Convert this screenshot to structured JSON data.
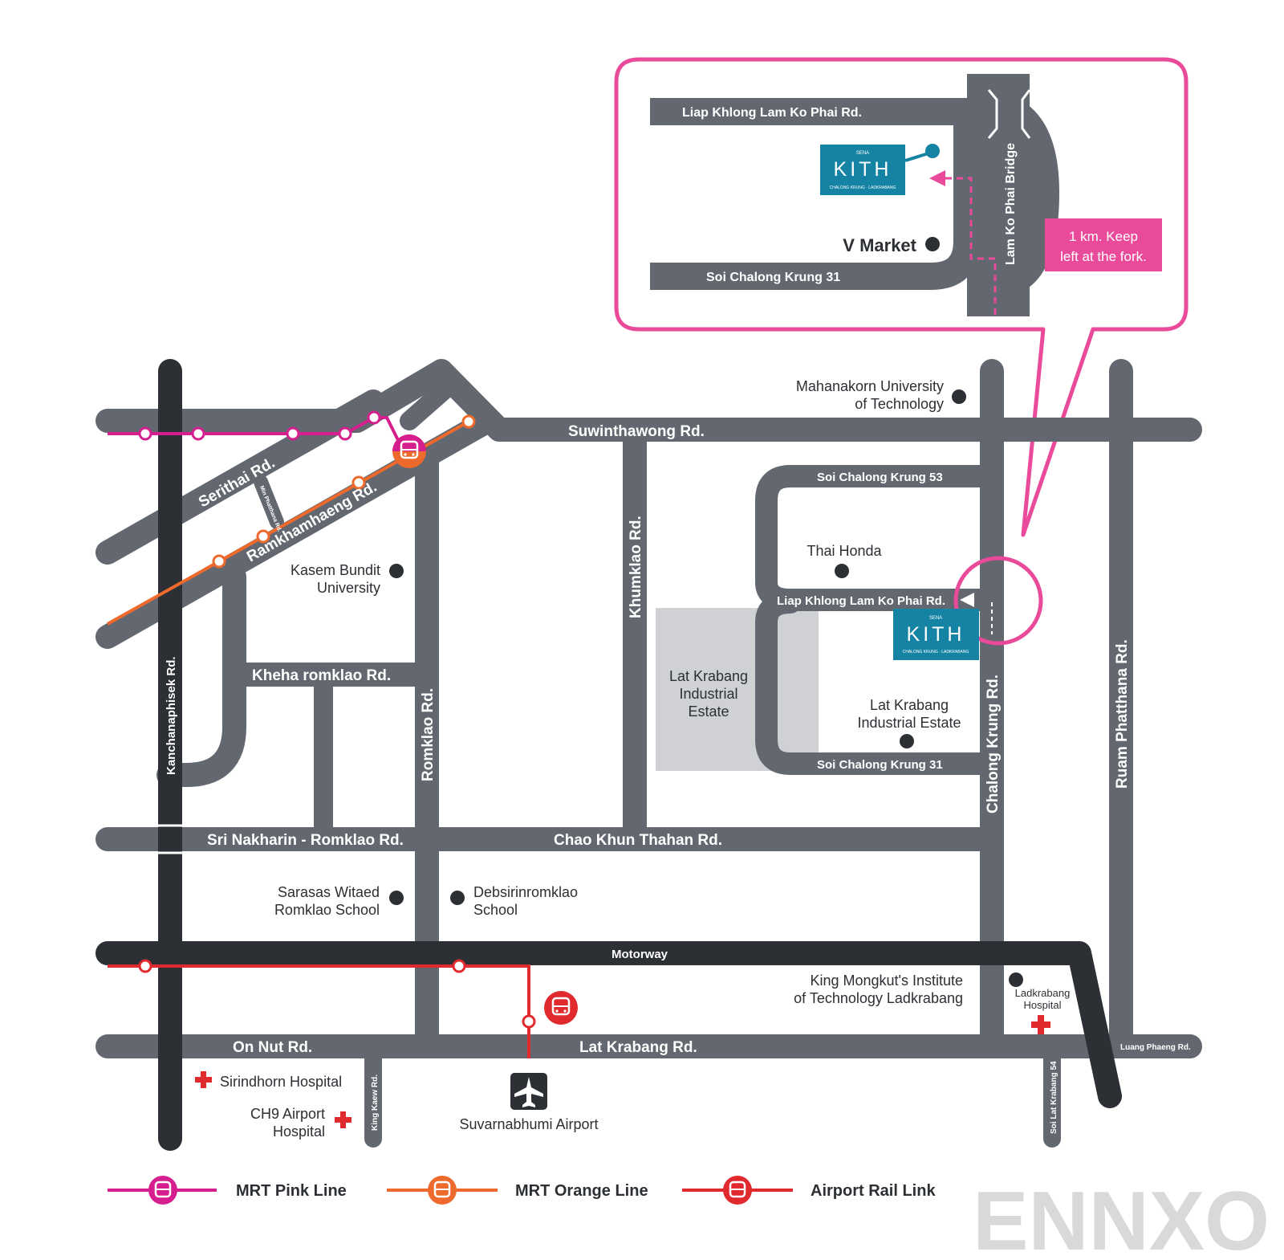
{
  "inset": {
    "road_top": "Liap Khlong Lam Ko Phai Rd.",
    "road_bottom": "Soi Chalong Krung 31",
    "bridge": "Lam Ko Phai Bridge",
    "v_market": "V Market",
    "callout_line1": "1 km. Keep",
    "callout_line2": "left at the fork."
  },
  "logo": {
    "brand": "SENA",
    "name": "KITH",
    "tagline": "CHALONG KRUNG · LADKRABANG"
  },
  "roads": {
    "suwinthawong": "Suwinthawong Rd.",
    "serithai": "Serithai Rd.",
    "min_phatthana": "Min Phatthana Rd.",
    "ramkhamhaeng": "Ramkhamhaeng Rd.",
    "kanchanaphisek": "Kanchanaphisek Rd.",
    "kheha_romklao": "Kheha romklao Rd.",
    "romklao": "Romklao Rd.",
    "khumklao": "Khumklao Rd.",
    "soi_53": "Soi Chalong Krung 53",
    "liap_khlong": "Liap Khlong Lam Ko Phai Rd.",
    "soi_31": "Soi Chalong Krung 31",
    "chalong_krung": "Chalong Krung Rd.",
    "ruam_phatthana": "Ruam Phatthana Rd.",
    "sri_nakharin": "Sri Nakharin - Romklao Rd.",
    "chao_khun": "Chao Khun Thahan Rd.",
    "motorway": "Motorway",
    "on_nut": "On Nut Rd.",
    "lat_krabang": "Lat Krabang Rd.",
    "king_kaew": "King Kaew Rd.",
    "soi_lat_krabang_54": "Soi Lat Krabang 54",
    "luang_phaeng": "Luang Phaeng Rd."
  },
  "places": {
    "mahanakorn_1": "Mahanakorn University",
    "mahanakorn_2": "of Technology",
    "kasem_1": "Kasem Bundit",
    "kasem_2": "University",
    "thai_honda": "Thai Honda",
    "lk_estate_left_1": "Lat Krabang",
    "lk_estate_left_2": "Industrial",
    "lk_estate_left_3": "Estate",
    "lk_estate_right_1": "Lat Krabang",
    "lk_estate_right_2": "Industrial Estate",
    "sarasas_1": "Sarasas Witaed",
    "sarasas_2": "Romklao School",
    "debsirin_1": "Debsirinromklao",
    "debsirin_2": "School",
    "kmitl_1": "King Mongkut's Institute",
    "kmitl_2": "of Technology Ladkrabang",
    "ladkrabang_hosp_1": "Ladkrabang",
    "ladkrabang_hosp_2": "Hospital",
    "sirindhorn": "Sirindhorn Hospital",
    "ch9_1": "CH9 Airport",
    "ch9_2": "Hospital",
    "airport": "Suvarnabhumi Airport"
  },
  "legend": {
    "pink": "MRT Pink Line",
    "orange": "MRT Orange Line",
    "arl": "Airport Rail Link"
  },
  "watermark": "ENNXO",
  "colors": {
    "road": "#636870",
    "motorway": "#2c2f33",
    "pink_line": "#d61f8e",
    "orange_line": "#ee6a2c",
    "airport_rail": "#e02a2e",
    "callout": "#ea4a9a",
    "kith_blue": "#1583a3",
    "estate": "#cfd1d4"
  }
}
